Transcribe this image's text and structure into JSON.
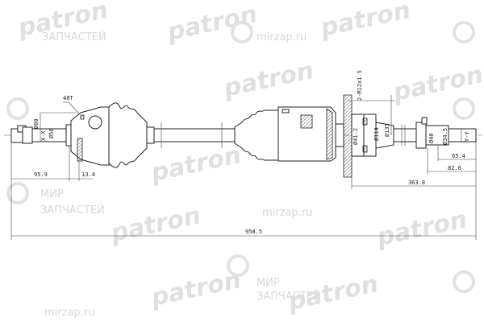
{
  "watermarks": {
    "brand": "patron",
    "text_ru_line1": "МИР",
    "text_ru_line2": "ЗАПЧАСТЕЙ",
    "site": "mirzap.ru"
  },
  "dimensions": {
    "teeth": "48T",
    "d80": "Ø80",
    "section_x": "X-X",
    "d56": "Ø56",
    "len_95_9": "95.9",
    "len_13_4": "13.4",
    "d41_2": "Ø41.2",
    "d114": "Ø114",
    "d135": "Ø135",
    "bolts": "2-M12x1.5",
    "d40": "Ø40",
    "d34_5": "Ø34.5",
    "section_y": "Y-Y",
    "len_65_4": "65.4",
    "len_82_6": "82.6",
    "len_363_8": "363.8",
    "len_958_5": "958.5"
  }
}
